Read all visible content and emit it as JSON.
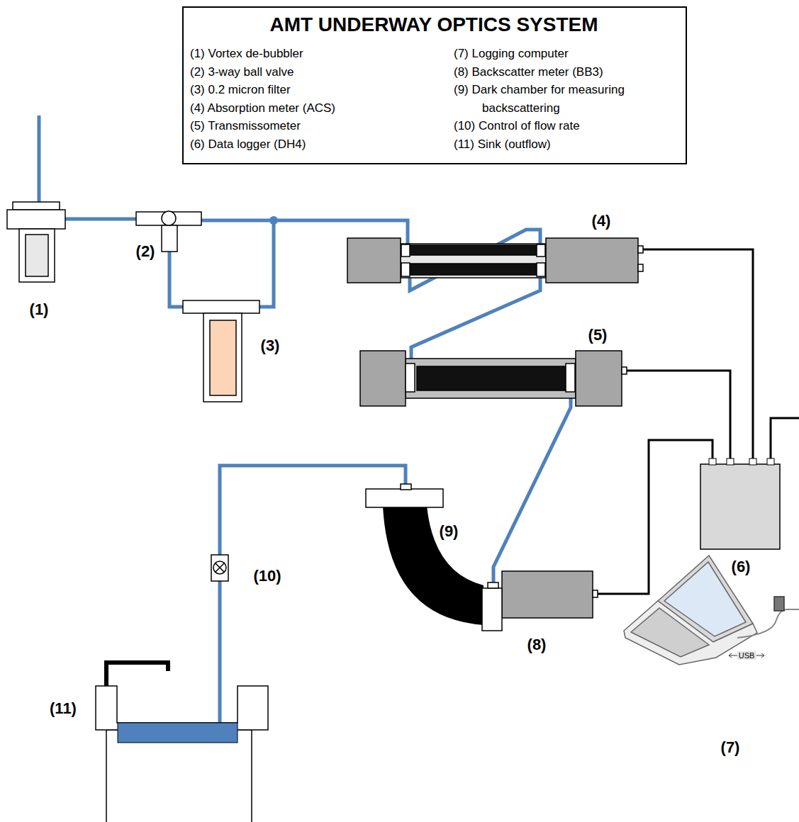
{
  "diagram": {
    "title": "AMT UNDERWAY OPTICS SYSTEM",
    "labels": [
      "(1) Vortex de-bubbler",
      "(2) 3-way ball valve",
      "(3) 0.2 micron filter",
      "(4) Absorption meter (ACS)",
      "(5) Transmissometer",
      "(6) Data logger (DH4)",
      "(7) Logging computer",
      "(8) Backscatter meter (BB3)",
      "(9) Dark chamber for measuring backscattering",
      "(10) Control of flow rate",
      "(11) Sink (outflow)",
      "(1)",
      "(2)",
      "(3)",
      "(4)",
      "(5)",
      "(6)",
      "(7)",
      "(8)",
      "(9)",
      "(10)",
      "(11)",
      "USB"
    ]
  }
}
